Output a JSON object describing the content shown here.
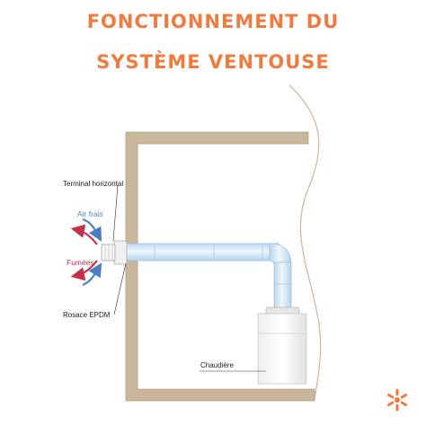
{
  "title": {
    "line1": "FONCTIONNEMENT DU",
    "line2": "SYSTÈME VENTOUSE"
  },
  "labels": {
    "terminal": "Terminal horizontal",
    "air_in": "Air frais",
    "fumes": "Fumées",
    "rosace": "Rosace EPDM",
    "boiler": "Chaudière"
  },
  "colors": {
    "title": "#ef7b3f",
    "wall": "#c9b69d",
    "air_in": "#4a7fc1",
    "fumes": "#c2324a",
    "pipe": "#d9eaf6",
    "logo": "#ef7b3f"
  },
  "logo": {
    "icon": "radial-dots-logo"
  }
}
